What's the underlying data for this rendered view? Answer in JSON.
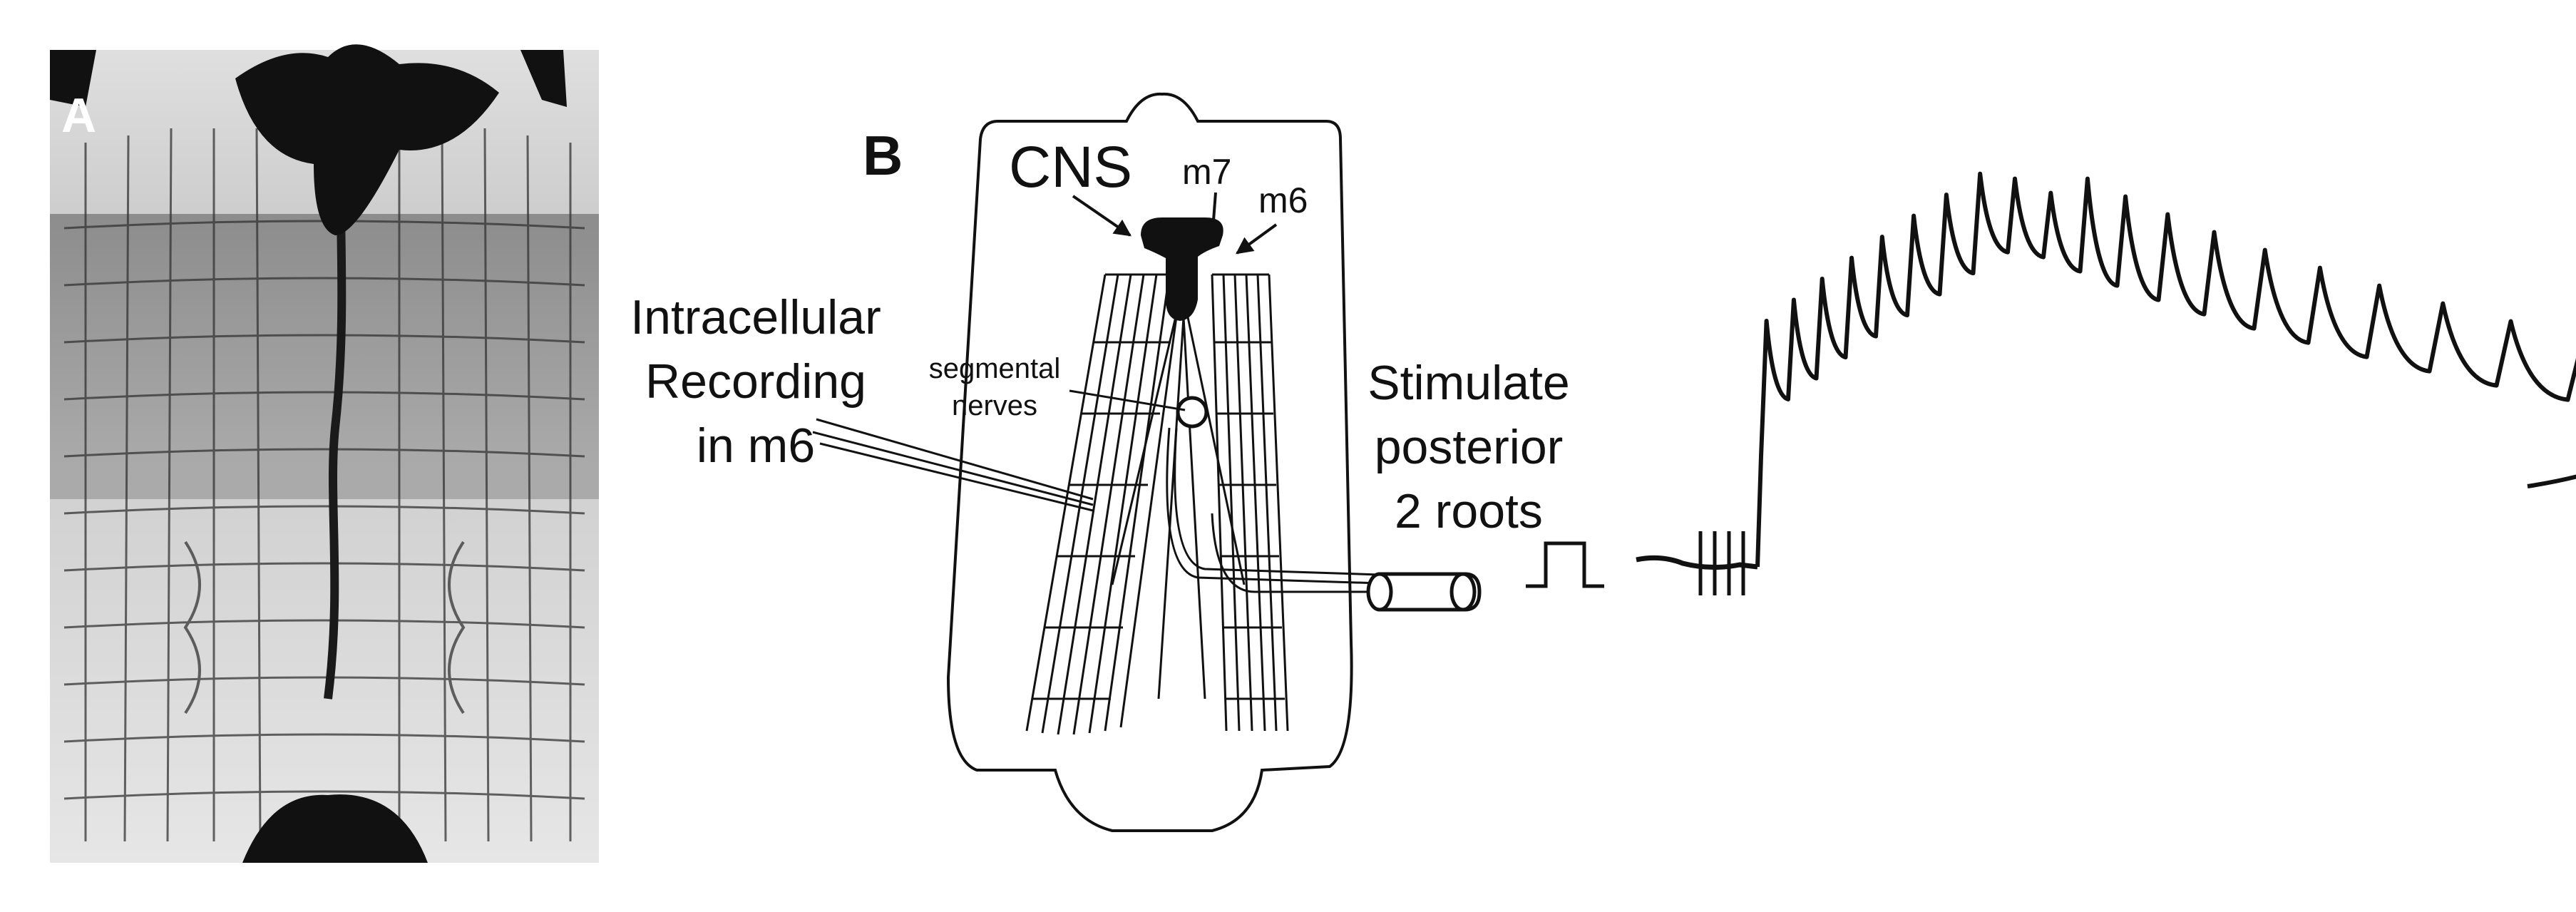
{
  "panels": {
    "a": {
      "letter": "A"
    },
    "b": {
      "letter": "B"
    }
  },
  "labels": {
    "cns": "CNS",
    "m7": "m7",
    "m6": "m6",
    "recording_line1": "Intracellular",
    "recording_line2": "Recording",
    "recording_line3": "in m6",
    "segmental_line1": "segmental",
    "segmental_line2": "nerves",
    "stimulate_line1": "Stimulate",
    "stimulate_line2": "posterior",
    "stimulate_line3": "2 roots"
  },
  "trace": {
    "stimulus_pulses": 4,
    "response_peaks": 20
  },
  "colors": {
    "ink": "#111111",
    "photo_background": "#d9d9d9"
  }
}
